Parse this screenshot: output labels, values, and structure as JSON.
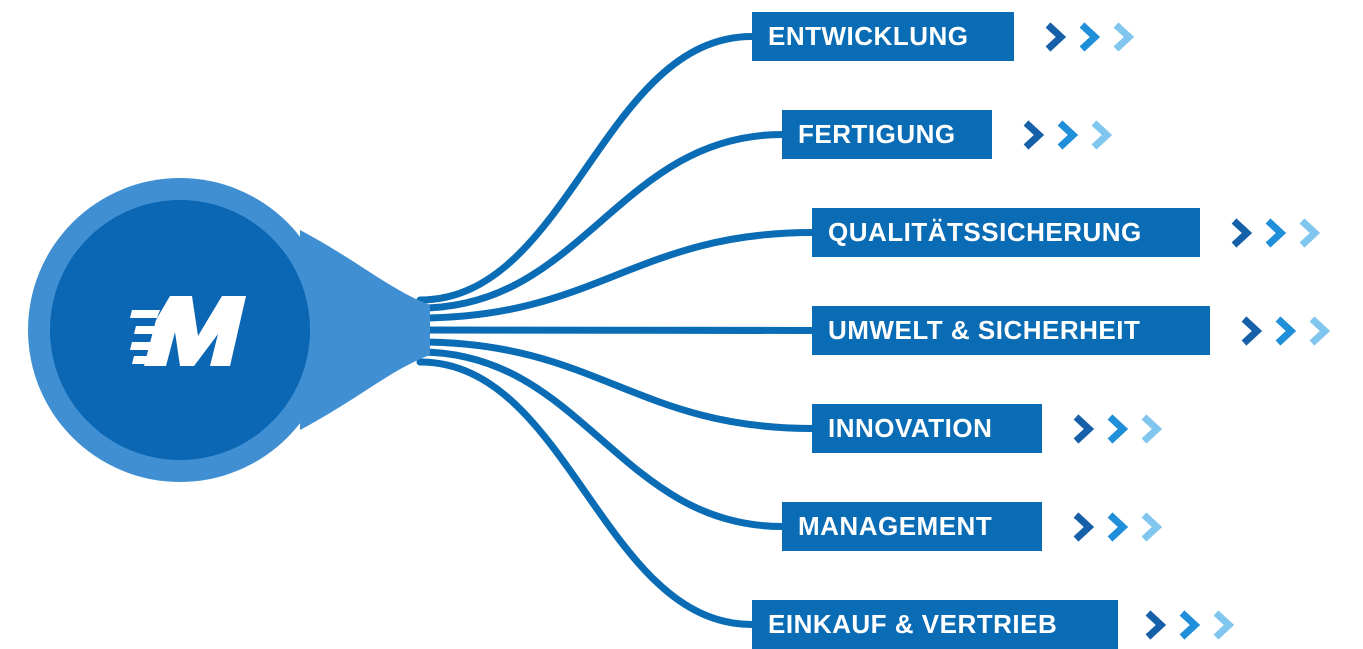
{
  "colors": {
    "brand": "#0a6cb5",
    "line": "#0a6cb5",
    "hub_ring": "#3f8fd2",
    "hub_fill": "#0b67b3",
    "chevron_dark": "#1560a8",
    "chevron_mid": "#1e8fd8",
    "chevron_light": "#80c6ee",
    "logo": "#ffffff"
  },
  "hub": {
    "logo_icon": "m-logo-icon"
  },
  "branches": [
    {
      "id": "entwicklung",
      "label": "ENTWICKLUNG"
    },
    {
      "id": "fertigung",
      "label": "FERTIGUNG"
    },
    {
      "id": "qualitaetssicherung",
      "label": "QUALITÄTSSICHERUNG"
    },
    {
      "id": "umwelt-sicherheit",
      "label": "UMWELT & SICHERHEIT"
    },
    {
      "id": "innovation",
      "label": "INNOVATION"
    },
    {
      "id": "management",
      "label": "MANAGEMENT"
    },
    {
      "id": "einkauf-vertrieb",
      "label": "EINKAUF & VERTRIEB"
    }
  ],
  "chevron_icon": "chevron-right-icon"
}
